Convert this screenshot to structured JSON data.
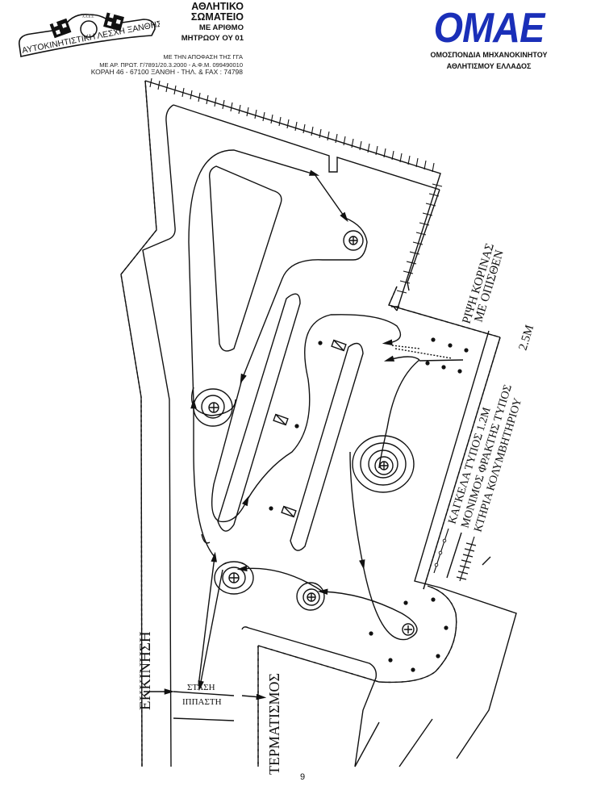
{
  "header": {
    "club": {
      "logo_text": "ΑΥΤΟΚΙΝΗΤΙΣΤΙΚΗ ΛΕΣΧΗ ΞΑΝΘΗΣ",
      "logo_small": "Α.Λ.Ε.Ξ.",
      "lines": [
        "ΑΘΛΗΤΙΚΟ",
        "ΣΩΜΑΤΕΙΟ",
        "ΜΕ ΑΡΙΘΜΟ",
        "ΜΗΤΡΩΟΥ ΟΥ 01"
      ],
      "info": [
        "ΜΕ ΤΗΝ ΑΠΟΦΑΣΗ ΤΗΣ ΓΓΑ",
        "ΜΕ ΑΡ. ΠΡΩΤ. Γ/7891/20.3.2000 - Α.Φ.Μ. 099490010",
        "ΚΟΡΑΗ 46 - 67100 ΞΑΝΘΗ - ΤΗΛ. & FAX : 74798"
      ]
    },
    "federation": {
      "logo": "OMAE",
      "line1": "ΟΜΟΣΠΟΝΔΙΑ ΜΗΧΑΝΟΚΙΝΗΤΟΥ",
      "line2": "ΑΘΛΗΤΙΣΜΟΥ ΕΛΛΑΔΟΣ",
      "brand_color": "#1a2fb8"
    }
  },
  "diagram": {
    "labels": {
      "start": "ΕΚΚΙΝΗΣΗ",
      "stop_line1": "ΣΤΑΣΗ",
      "stop_line2": "ΙΠΠΑΣΤΗ",
      "finish": "ΤΕΡΜΑΤΙΣΜΟΣ",
      "cone_line1": "ΡΙΨΗ ΚΟΡΙΝΑΣ",
      "cone_line2": "ΜΕ ΟΠΙΣΘΕΝ",
      "width_label": "2.5Μ"
    },
    "legend": [
      {
        "symbol": "fence-dotted",
        "text": "ΚΑΓΚΕΛΑ ΤΥΠΟΣ 1.2Μ"
      },
      {
        "symbol": "fence-permanent",
        "text": "ΜΟΝΙΜΟΣ ΦΡΑΚΤΗΣ ΤΥΠΟΣ"
      },
      {
        "symbol": "building-hatched",
        "text": "ΚΤΗΡΙΑ ΚΟΛΥΜΒΗΤΗΡΙΟΥ"
      }
    ]
  },
  "footer": {
    "page_number": "9"
  }
}
